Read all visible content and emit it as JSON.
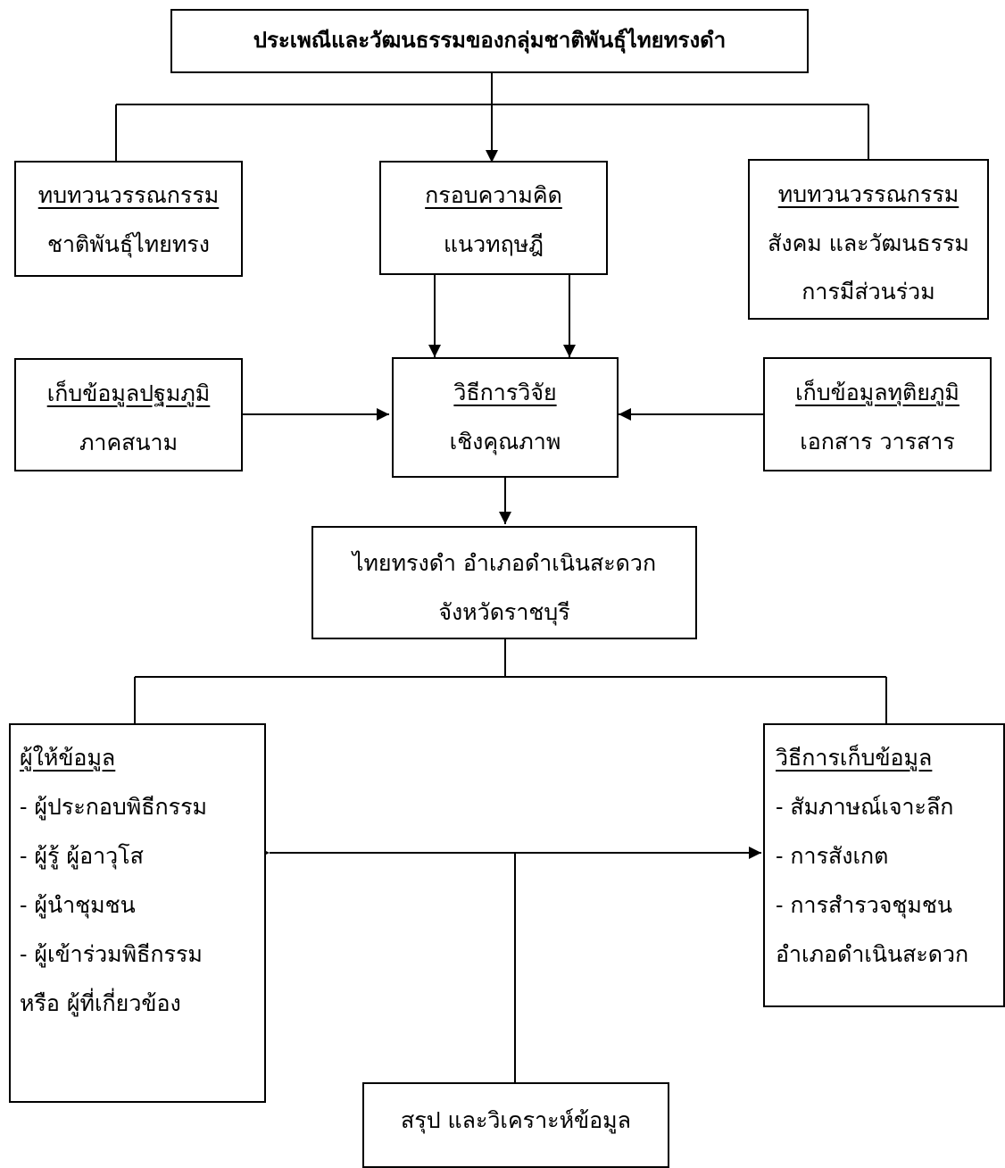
{
  "title": "ประเพณีและวัฒนธรรมของกลุ่มชาติพันธุ์ไทยทรงดำ",
  "lit_left": {
    "heading": "ทบทวนวรรณกรรม",
    "line1": "ชาติพันธุ์ไทยทรง"
  },
  "framework": {
    "heading": "กรอบความคิด",
    "line1": "แนวทฤษฎี"
  },
  "lit_right": {
    "heading": "ทบทวนวรรณกรรม",
    "line1": "สังคม และวัฒนธรรม",
    "line2": "การมีส่วนร่วม"
  },
  "primary": {
    "heading": "เก็บข้อมูลปฐมภูมิ",
    "line1": "ภาคสนาม"
  },
  "method": {
    "heading": "วิธีการวิจัย",
    "line1": "เชิงคุณภาพ"
  },
  "secondary": {
    "heading": "เก็บข้อมูลทุติยภูมิ",
    "line1": "เอกสาร วารสาร"
  },
  "site": {
    "line1": "ไทยทรงดำ อำเภอดำเนินสะดวก",
    "line2": "จังหวัดราชบุรี"
  },
  "informants": {
    "heading": "ผู้ให้ข้อมูล",
    "items": [
      "- ผู้ประกอบพิธีกรรม",
      "- ผู้รู้  ผู้อาวุโส",
      "- ผู้นำชุมชน",
      "- ผู้เข้าร่วมพิธีกรรม",
      "หรือ  ผู้ที่เกี่ยวข้อง"
    ]
  },
  "collection": {
    "heading": "วิธีการเก็บข้อมูล",
    "items": [
      "- สัมภาษณ์เจาะลึก",
      "- การสังเกต",
      "- การสำรวจชุมชน",
      "อำเภอดำเนินสะดวก"
    ]
  },
  "summary": {
    "line1": "สรุป และวิเคราะห์ข้อมูล"
  }
}
